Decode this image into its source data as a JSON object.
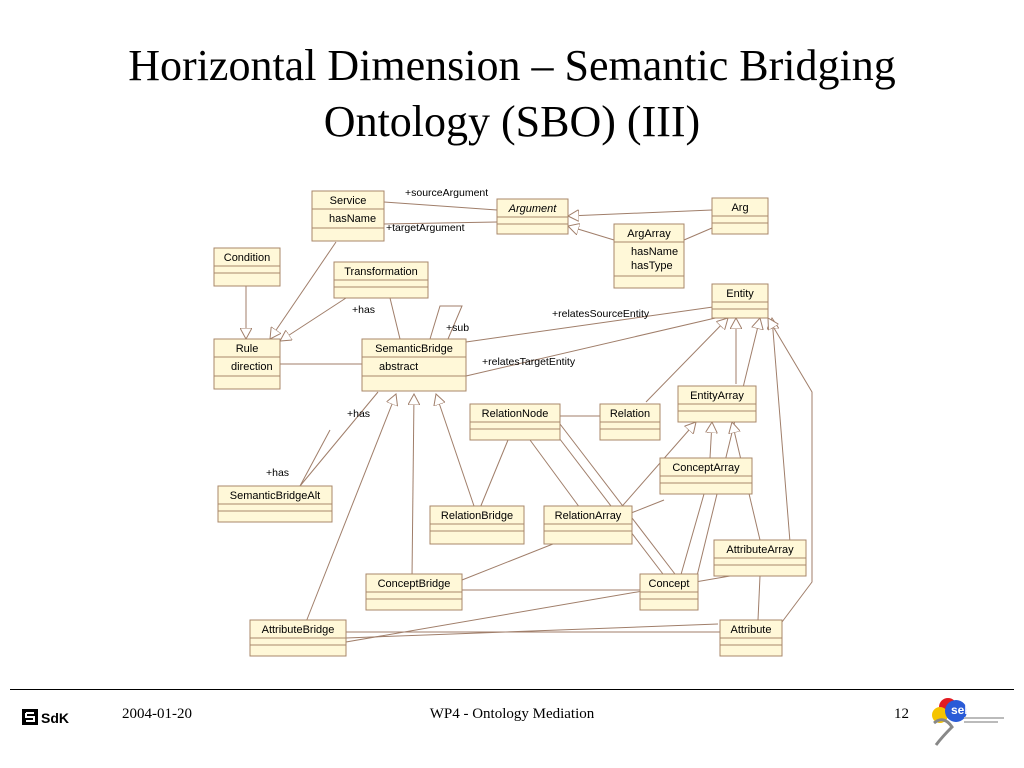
{
  "title": {
    "line1": "Horizontal Dimension – Semantic Bridging",
    "line2": "Ontology (SBO) (III)"
  },
  "colors": {
    "class_fill": "#FFF8D8",
    "class_stroke": "#A8876A",
    "edge": "#A07E6A"
  },
  "classes": {
    "service": {
      "name": "Service",
      "attrs": [
        "hasName"
      ]
    },
    "argument": {
      "name": "Argument",
      "italic": true,
      "attrs": []
    },
    "arg": {
      "name": "Arg",
      "attrs": []
    },
    "argarray": {
      "name": "ArgArray",
      "attrs": [
        "hasName",
        "hasType"
      ]
    },
    "condition": {
      "name": "Condition",
      "attrs": []
    },
    "transformation": {
      "name": "Transformation",
      "attrs": []
    },
    "entity": {
      "name": "Entity",
      "attrs": []
    },
    "rule": {
      "name": "Rule",
      "attrs": [
        "direction"
      ]
    },
    "semanticbridge": {
      "name": "SemanticBridge",
      "attrs": [
        "abstract"
      ]
    },
    "relationnode": {
      "name": "RelationNode",
      "attrs": []
    },
    "relation": {
      "name": "Relation",
      "attrs": []
    },
    "entityarray": {
      "name": "EntityArray",
      "attrs": []
    },
    "conceptarray": {
      "name": "ConceptArray",
      "attrs": []
    },
    "semanticbridgealt": {
      "name": "SemanticBridgeAlt",
      "attrs": []
    },
    "relationbridge": {
      "name": "RelationBridge",
      "attrs": []
    },
    "relationarray": {
      "name": "RelationArray",
      "attrs": []
    },
    "attributearray": {
      "name": "AttributeArray",
      "attrs": []
    },
    "conceptbridge": {
      "name": "ConceptBridge",
      "attrs": []
    },
    "concept": {
      "name": "Concept",
      "attrs": []
    },
    "attributebridge": {
      "name": "AttributeBridge",
      "attrs": []
    },
    "attribute": {
      "name": "Attribute",
      "attrs": []
    }
  },
  "labels": {
    "source_argument": "+sourceArgument",
    "target_argument": "+targetArgument",
    "has_transformation": "+has",
    "sub": "+sub",
    "relates_source_entity": "+relatesSourceEntity",
    "relates_target_entity": "+relatesTargetEntity",
    "has_alt_upper": "+has",
    "has_alt_lower": "+has"
  },
  "footer": {
    "date": "2004-01-20",
    "center": "WP4 - Ontology Mediation",
    "page": "12",
    "left_logo_text": "SdK",
    "right_logo_text": "sekt"
  }
}
